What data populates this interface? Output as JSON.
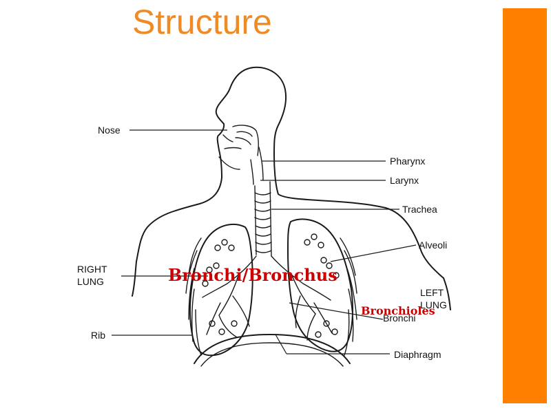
{
  "slide": {
    "title": "Structure",
    "accent_color": "#ff7f00",
    "title_color": "#f08a24"
  },
  "diagram": {
    "labels": {
      "nose": "Nose",
      "pharynx": "Pharynx",
      "larynx": "Larynx",
      "trachea": "Trachea",
      "alveoli": "Alveoli",
      "right_lung_1": "RIGHT",
      "right_lung_2": "LUNG",
      "left_lung_1": "LEFT",
      "left_lung_2": "LUNG",
      "bronchi": "Bronchi",
      "rib": "Rib",
      "diaphragm": "Diaphragm"
    },
    "overlays": {
      "bronchi_bronchus": "Bronchi/Bronchus",
      "bronchioles": "Bronchioles",
      "overlay_color": "#cc0000"
    }
  }
}
